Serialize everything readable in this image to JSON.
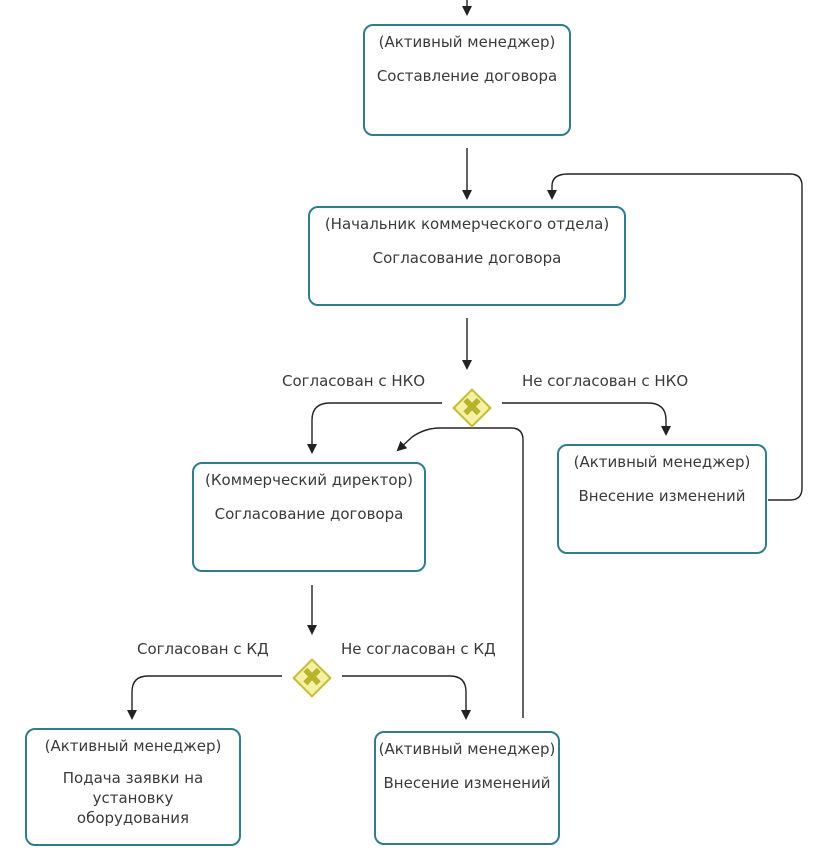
{
  "nodes": {
    "n1": {
      "role": "(Активный менеджер)",
      "task": "Составление договора"
    },
    "n2": {
      "role": "(Начальник коммерческого отдела)",
      "task": "Согласование договора"
    },
    "n3": {
      "role": "(Коммерческий директор)",
      "task": "Согласование договора"
    },
    "n4": {
      "role": "(Активный менеджер)",
      "task": "Внесение изменений"
    },
    "n5": {
      "role": "(Активный менеджер)",
      "task": "Подача заявки на установку оборудования"
    },
    "n6": {
      "role": "(Активный менеджер)",
      "task": "Внесение изменений"
    }
  },
  "edge_labels": {
    "g1_left": "Согласован с НКО",
    "g1_right": "Не согласован с НКО",
    "g2_left": "Согласован с КД",
    "g2_right": "Не согласован с КД"
  },
  "colors": {
    "task_border": "#2f7d8f",
    "gateway_fill": "#f4f1a5",
    "gateway_border": "#c3bd3a",
    "edge": "#222222"
  }
}
